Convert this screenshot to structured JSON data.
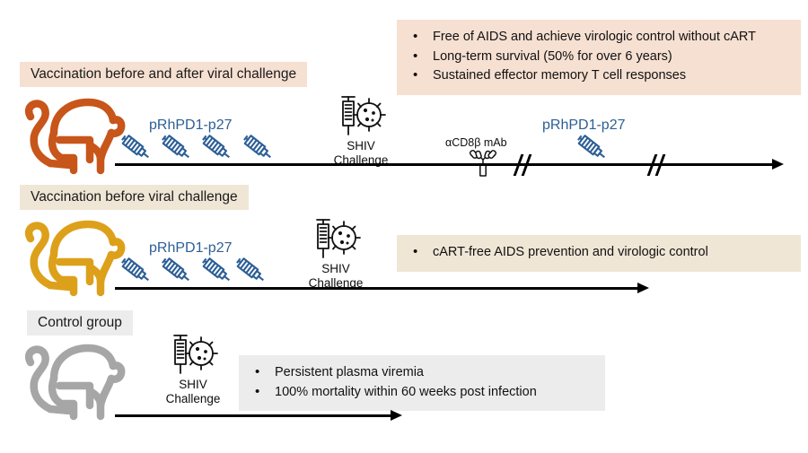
{
  "figure": {
    "type": "experimental-timeline-diagram",
    "title": "Rhesus macaque SHIV vaccination study schematic",
    "colors": {
      "group1_monkey": "#C8551A",
      "group2_monkey": "#DDA01A",
      "group3_monkey": "#A6A6A6",
      "group1_badge_bg": "#F6E0D2",
      "group2_badge_bg": "#F0E6D6",
      "group3_badge_bg": "#ECECEC",
      "group1_outcome_bg": "#F6E0D2",
      "group2_outcome_bg": "#F0E6D6",
      "group3_outcome_bg": "#ECECEC",
      "vaccine_label": "#2D5F96",
      "timeline": "#000000"
    }
  },
  "groups": [
    {
      "id": "group-1",
      "badge": "Vaccination before and after viral challenge",
      "vaccine_label_pre": "pRhPD1-p27",
      "vaccine_label_post": "pRhPD1-p27",
      "prime_doses": 4,
      "boost_doses": 1,
      "challenge_label_line1": "SHIV",
      "challenge_label_line2": "Challenge",
      "antibody_label": "αCD8β mAb",
      "time_breaks": 2,
      "outcomes": [
        "Free of AIDS and achieve virologic control without cART",
        "Long-term survival (50% for over 6 years)",
        "Sustained effector memory T cell responses"
      ]
    },
    {
      "id": "group-2",
      "badge": "Vaccination before viral challenge",
      "vaccine_label_pre": "pRhPD1-p27",
      "prime_doses": 4,
      "challenge_label_line1": "SHIV",
      "challenge_label_line2": "Challenge",
      "time_breaks": 0,
      "outcomes": [
        "cART-free AIDS prevention and virologic control"
      ]
    },
    {
      "id": "group-3",
      "badge": "Control group",
      "prime_doses": 0,
      "challenge_label_line1": "SHIV",
      "challenge_label_line2": "Challenge",
      "time_breaks": 0,
      "outcomes": [
        "Persistent plasma viremia",
        "100% mortality within 60 weeks post infection"
      ]
    }
  ],
  "icons": {
    "monkey": "monkey-icon",
    "syringe": "syringe-icon",
    "virus_syringe": "shiv-challenge-icon",
    "antibody": "antibody-icon",
    "arrow": "timeline-arrow-icon",
    "break": "timeline-break-icon"
  }
}
